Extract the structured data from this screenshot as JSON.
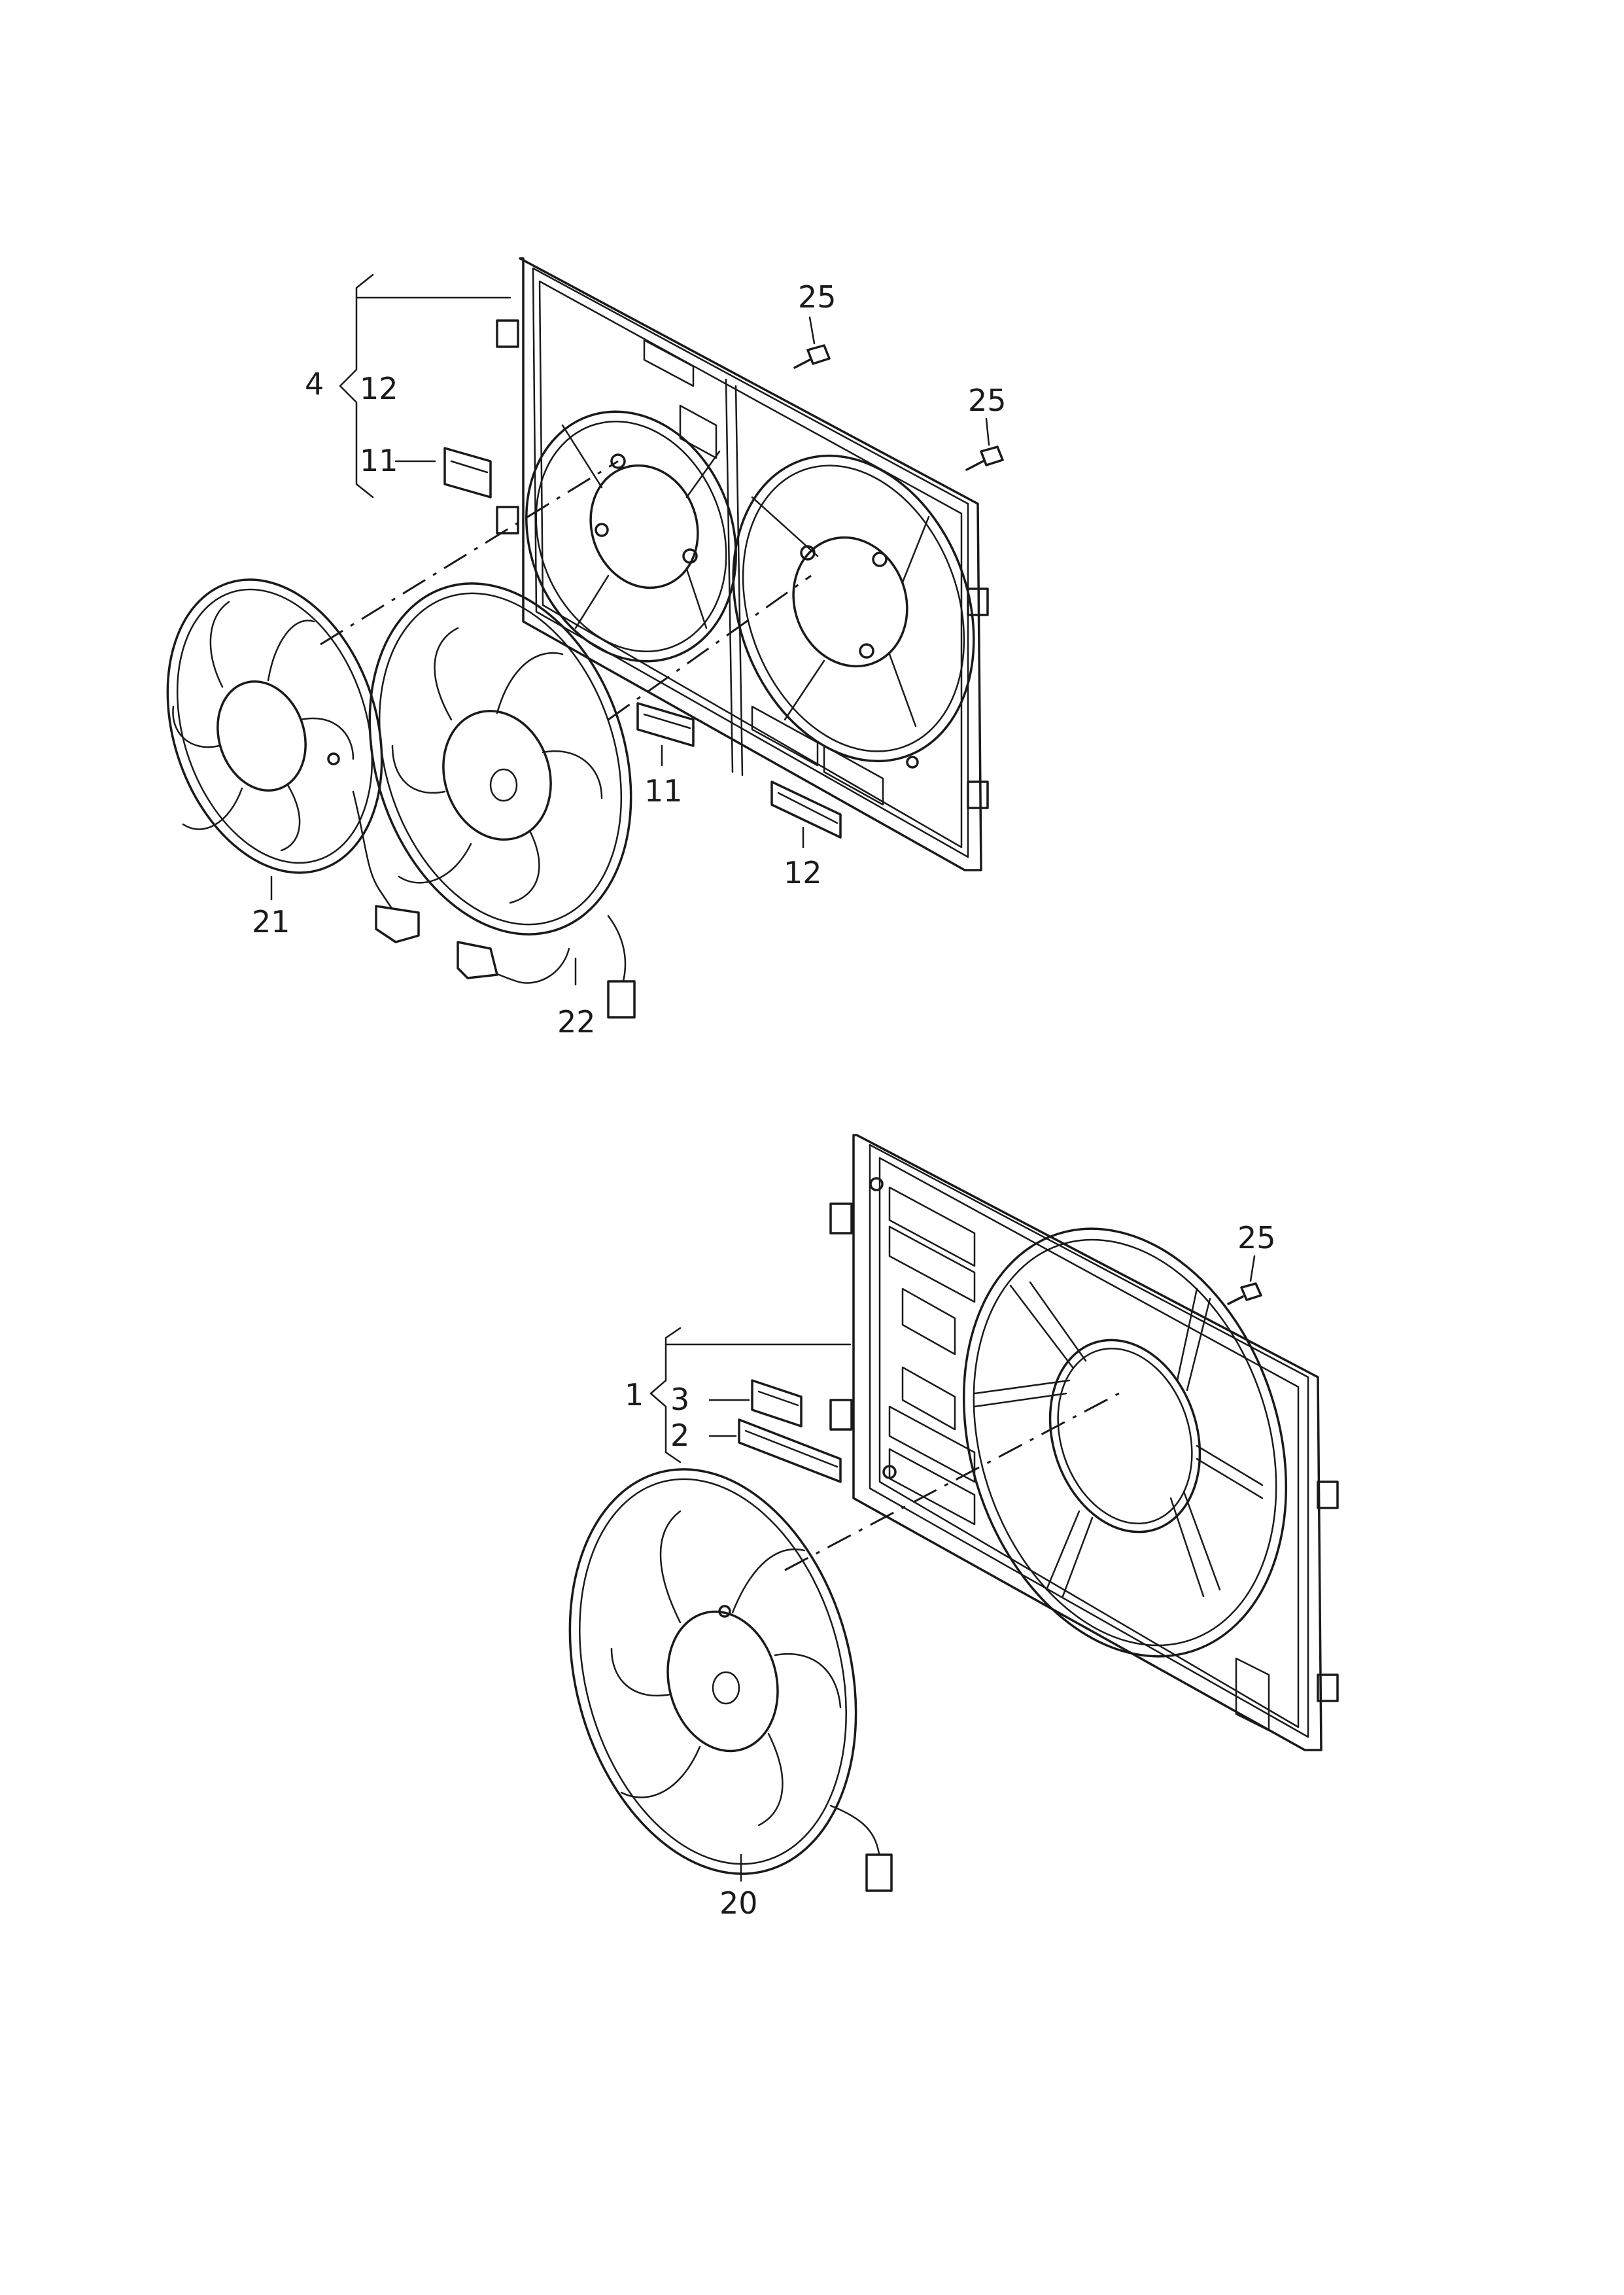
{
  "callouts": {
    "c4": "4",
    "c12_top": "12",
    "c11_top": "11",
    "c25_a": "25",
    "c25_b": "25",
    "c11_mid": "11",
    "c12_mid": "12",
    "c21": "21",
    "c22": "22",
    "c25_c": "25",
    "c1": "1",
    "c3": "3",
    "c2": "2",
    "c20": "20"
  },
  "colors": {
    "ink": "#1a1a1a",
    "paper": "#ffffff"
  }
}
